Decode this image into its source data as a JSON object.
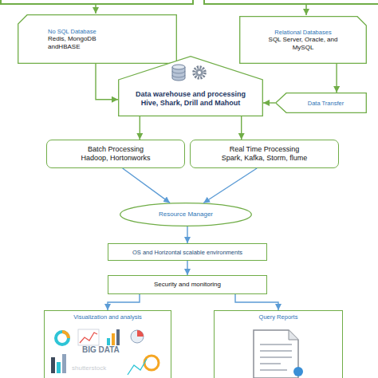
{
  "diagram": {
    "nodes": [
      {
        "text": [
          "No SQL Database",
          "Redis, MongoDB andHBASE"
        ]
      },
      {
        "text": [
          "Relational Databases",
          "SQL Server, Oracle, and MySQL"
        ]
      },
      {
        "text": [
          "Data warehouse and processing",
          "Hive, Shark, Drill and Mahout"
        ]
      },
      {
        "text": [
          "Data Transfer"
        ]
      },
      {
        "text": [
          "Batch Processing",
          "Hadoop, Hortonworks"
        ]
      },
      {
        "text": [
          "Real Time Processing",
          "Spark, Kafka, Storm, flume"
        ]
      },
      {
        "text": [
          "Resource Manager"
        ]
      },
      {
        "text": [
          "OS and Horizontal scalable environments"
        ]
      },
      {
        "text": [
          "Security and monitoring"
        ]
      },
      {
        "text": [
          "Visualization and analysis"
        ]
      },
      {
        "text": [
          "Query Reports"
        ]
      }
    ],
    "edges": [
      {
        "from": 0,
        "to": 2,
        "arrow": "to"
      },
      {
        "from": 1,
        "to": 3,
        "arrow": "to"
      },
      {
        "from": 3,
        "to": 2,
        "arrow": "to"
      },
      {
        "from": 2,
        "to": 4,
        "arrow": "to"
      },
      {
        "from": 2,
        "to": 5,
        "arrow": "to"
      },
      {
        "from": 4,
        "to": 6,
        "arrow": "to"
      },
      {
        "from": 5,
        "to": 6,
        "arrow": "to"
      },
      {
        "from": 6,
        "to": 7,
        "arrow": "to"
      },
      {
        "from": 7,
        "to": 8,
        "arrow": "to"
      },
      {
        "from": 8,
        "to": 9,
        "arrow": "to"
      },
      {
        "from": 8,
        "to": 10,
        "arrow": "to"
      }
    ],
    "labels": [
      "BIG DATA",
      "shutterstock"
    ]
  }
}
